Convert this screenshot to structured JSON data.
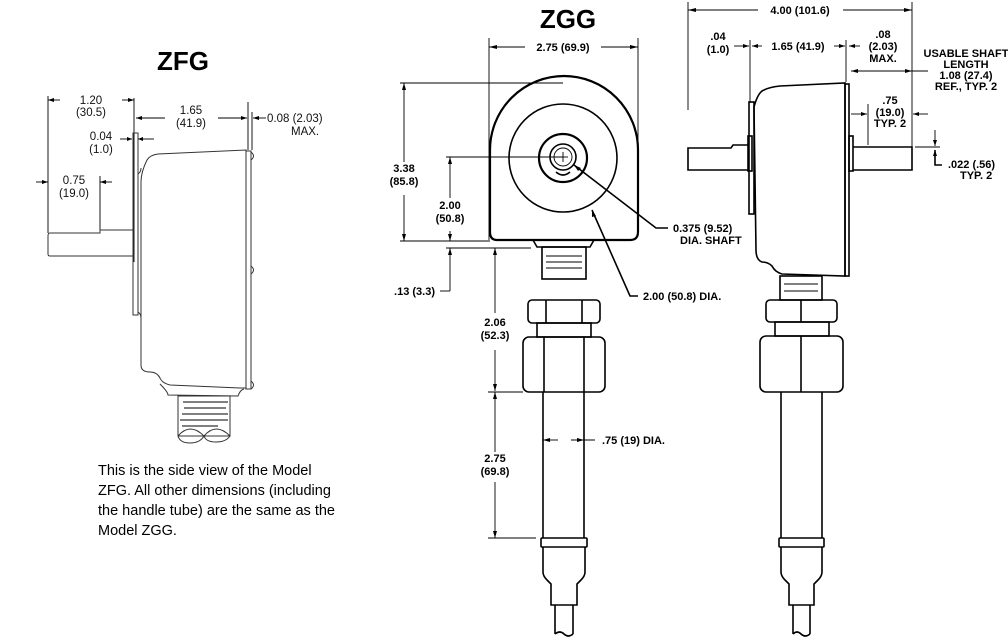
{
  "titles": {
    "zfg": "ZFG",
    "zgg": "ZGG"
  },
  "zfg_side_view": {
    "dim_overall": [
      "1.20",
      "(30.5)"
    ],
    "dim_body": [
      "1.65",
      "(41.9)"
    ],
    "dim_flange": [
      "0.04",
      "(1.0)"
    ],
    "dim_back": [
      "0.08  (2.03)",
      "MAX."
    ],
    "dim_shaft": [
      "0.75",
      "(19.0)"
    ]
  },
  "zgg_front_view": {
    "dim_width": "2.75  (69.9)",
    "dim_height": [
      "3.38",
      "(85.8)"
    ],
    "dim_center": [
      "2.00",
      "(50.8)"
    ],
    "dim_gap": ".13  (3.3)",
    "dim_shaft": [
      "0.375  (9.52)",
      "DIA.  SHAFT"
    ],
    "dim_dial": "2.00  (50.8)  DIA.",
    "dim_fitting": [
      "2.06",
      "(52.3)"
    ],
    "dim_tube_len": [
      "2.75",
      "(69.8)"
    ],
    "dim_tube_dia": ".75  (19)  DIA."
  },
  "zgg_side_view": {
    "dim_overall": "4.00  (101.6)",
    "dim_flange": [
      ".04",
      "(1.0)"
    ],
    "dim_body": "1.65  (41.9)",
    "dim_back": [
      ".08",
      "(2.03)",
      "MAX."
    ],
    "dim_usable": [
      "USABLE  SHAFT",
      "LENGTH",
      "1.08  (27.4)",
      "REF.,  TYP.  2"
    ],
    "dim_shaft": [
      ".75",
      "(19.0)",
      "TYP.  2"
    ],
    "dim_flat": [
      ".022  (.56)",
      "TYP.  2"
    ]
  },
  "note": {
    "text": "This is the side view of the Model ZFG.  All other dimensions (including the handle tube) are the same as the Model ZGG."
  }
}
